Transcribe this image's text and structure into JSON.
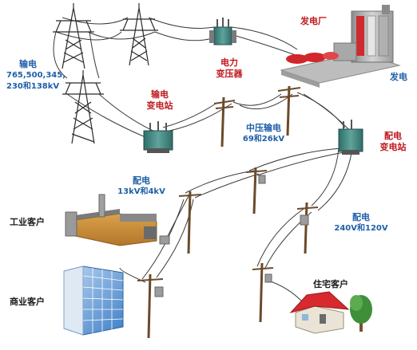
{
  "labels": {
    "power_plant": "发电厂",
    "generation": "发电",
    "power_transformer_l1": "电力",
    "power_transformer_l2": "变压器",
    "transmission_title": "输电",
    "transmission_v1": "765,500,345,",
    "transmission_v2": "230和138kV",
    "trans_sub_l1": "输电",
    "trans_sub_l2": "变电站",
    "subtrans_l1": "中压输电",
    "subtrans_l2": "69和26kV",
    "dist_sub_l1": "配电",
    "dist_sub_l2": "变电站",
    "primary_dist_l1": "配电",
    "primary_dist_l2": "13kV和4kV",
    "industrial": "工业客户",
    "secondary_dist_l1": "配电",
    "secondary_dist_l2": "240V和120V",
    "commercial": "商业客户",
    "residential": "住宅客户"
  },
  "colors": {
    "red_label": "#c0171c",
    "blue_label": "#1f5fa8",
    "black_label": "#1a1a1a"
  }
}
